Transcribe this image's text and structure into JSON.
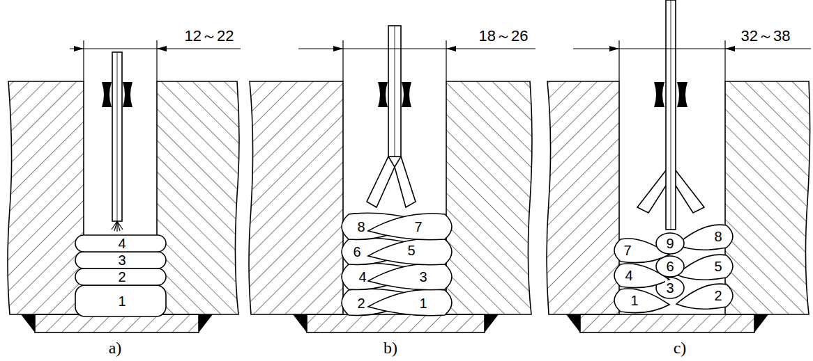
{
  "diagram": {
    "labels": [
      "12～22",
      "4",
      "3",
      "2",
      "1",
      "a)",
      "18～26",
      "8",
      "7",
      "6",
      "5",
      "4",
      "3",
      "2",
      "1",
      "b)",
      "32～38",
      "7",
      "9",
      "8",
      "4",
      "6",
      "5",
      "3",
      "1",
      "2",
      "c)"
    ]
  }
}
